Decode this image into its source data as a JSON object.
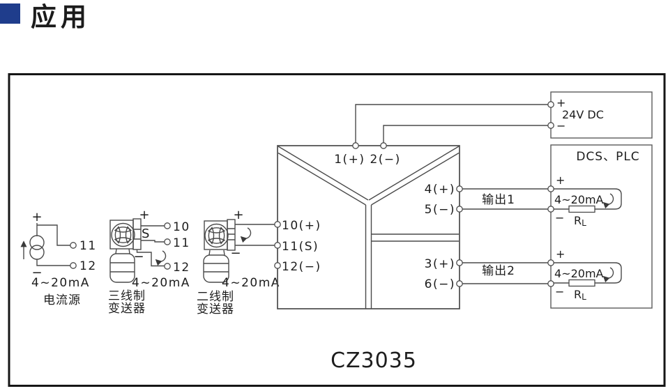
{
  "header": {
    "title": "应用",
    "accent_color": "#1f3d8c"
  },
  "diagram": {
    "model": "CZ3035",
    "line_color": "#4a4a4a",
    "icons": {
      "loop_direction": "clockwise-arc-arrow",
      "current_direction": "up-arrow"
    },
    "current_source": {
      "plus": "+",
      "minus": "−",
      "terminal_11": "11",
      "terminal_12": "12",
      "range": "4~20mA",
      "name": "电流源"
    },
    "three_wire_transmitter": {
      "plus": "+",
      "s": "S",
      "minus": "−",
      "terminal_10": "10",
      "terminal_11": "11",
      "terminal_12": "12",
      "range": "4~20mA",
      "name_line1": "三线制",
      "name_line2": "变送器"
    },
    "two_wire_transmitter": {
      "plus": "+",
      "minus": "−",
      "range": "4~20mA",
      "name_line1": "二线制",
      "name_line2": "变送器"
    },
    "isolator": {
      "power_terminals": "1(+) 2(−)",
      "in10": "10(+)",
      "in11": "11(S)",
      "in12": "12(−)",
      "out4": "4(+)",
      "out5": "5(−)",
      "out3": "3(+)",
      "out6": "6(−)"
    },
    "power_supply": {
      "plus": "+",
      "label": "24V DC",
      "minus": "−"
    },
    "dcs_plc": {
      "label": "DCS、PLC"
    },
    "output1": {
      "label": "输出1",
      "plus": "+",
      "range": "4~20mA",
      "minus": "−",
      "load_r": "R",
      "load_sub": "L"
    },
    "output2": {
      "label": "输出2",
      "plus": "+",
      "range": "4~20mA",
      "minus": "−",
      "load_r": "R",
      "load_sub": "L"
    }
  }
}
